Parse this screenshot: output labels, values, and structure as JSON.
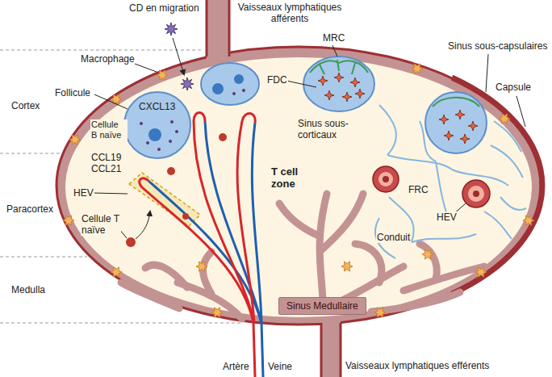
{
  "diagram": {
    "nodes": [
      {
        "text": [
          "CXCL13"
        ]
      },
      {
        "text": [
          "Sinus Medullaire"
        ]
      }
    ],
    "labels": [
      "CD en migration",
      "Vaisseaux lymphatiques afférents",
      "MRC",
      "Sinus sous-capsulaires",
      "Capsule",
      "Macrophage",
      "Follicule",
      "Cellule B naïve",
      "CCL19 CCL21",
      "HEV",
      "Cellule T naïve",
      "FDC",
      "Sinus sous-corticaux",
      "T cell zone",
      "FRC",
      "HEV",
      "Conduit",
      "Artère",
      "Veine",
      "Vaisseaux lymphatiques efférents",
      "Cortex",
      "Paracortex",
      "Medulla"
    ]
  }
}
